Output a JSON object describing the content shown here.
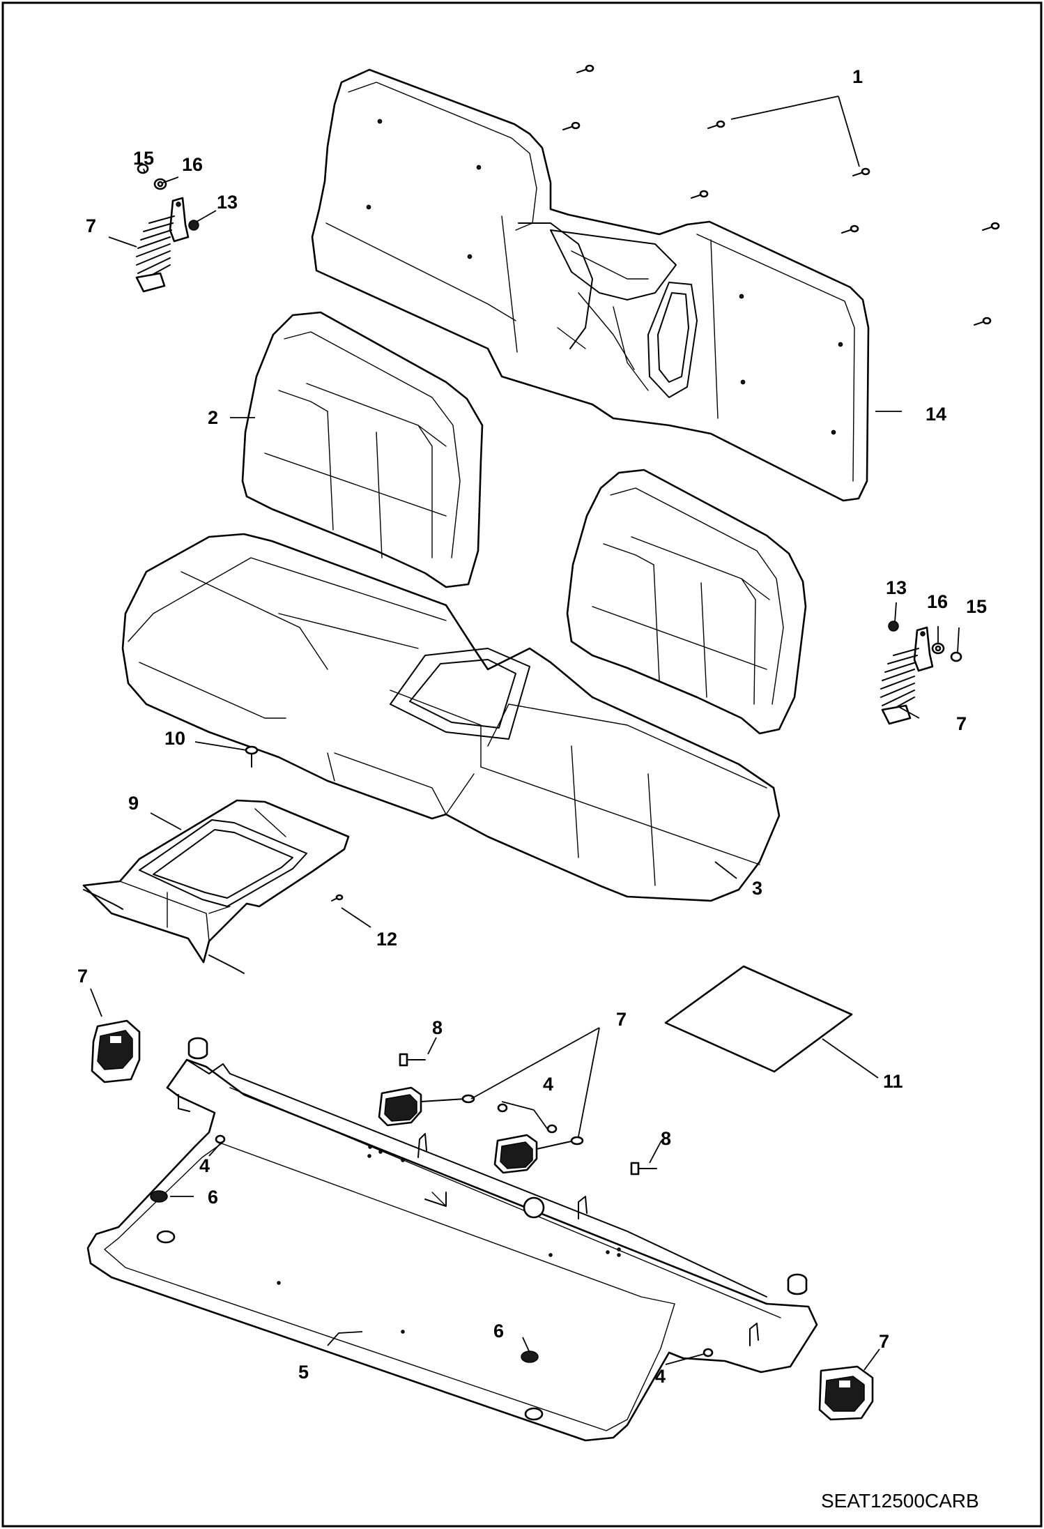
{
  "drawing_ref": "SEAT12500CARB",
  "callouts": [
    {
      "id": "1",
      "label": "1"
    },
    {
      "id": "2",
      "label": "2"
    },
    {
      "id": "3",
      "label": "3"
    },
    {
      "id": "4a",
      "label": "4"
    },
    {
      "id": "4b",
      "label": "4"
    },
    {
      "id": "4c",
      "label": "4"
    },
    {
      "id": "5",
      "label": "5"
    },
    {
      "id": "6a",
      "label": "6"
    },
    {
      "id": "6b",
      "label": "6"
    },
    {
      "id": "7a",
      "label": "7"
    },
    {
      "id": "7b",
      "label": "7"
    },
    {
      "id": "7c",
      "label": "7"
    },
    {
      "id": "7d",
      "label": "7"
    },
    {
      "id": "7e",
      "label": "7"
    },
    {
      "id": "8a",
      "label": "8"
    },
    {
      "id": "8b",
      "label": "8"
    },
    {
      "id": "9",
      "label": "9"
    },
    {
      "id": "10",
      "label": "10"
    },
    {
      "id": "11",
      "label": "11"
    },
    {
      "id": "12",
      "label": "12"
    },
    {
      "id": "13a",
      "label": "13"
    },
    {
      "id": "13b",
      "label": "13"
    },
    {
      "id": "14",
      "label": "14"
    },
    {
      "id": "15a",
      "label": "15"
    },
    {
      "id": "15b",
      "label": "15"
    },
    {
      "id": "16a",
      "label": "16"
    },
    {
      "id": "16b",
      "label": "16"
    }
  ]
}
